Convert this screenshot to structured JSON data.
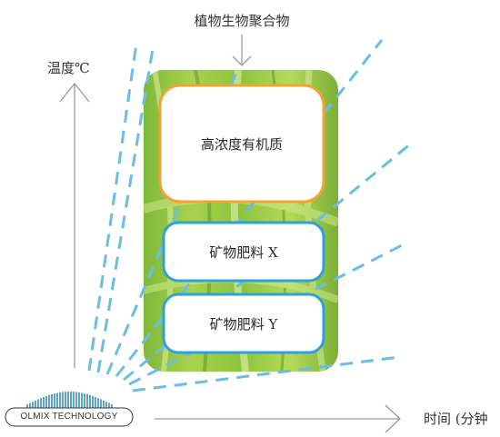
{
  "top_label": "植物生物聚合物",
  "y_axis_label": "温度℃",
  "x_axis_label": "时间 (分钟",
  "boxes": {
    "organic": "高浓度有机质",
    "mineral_x": "矿物肥料 X",
    "mineral_y": "矿物肥料 Y"
  },
  "logo_text": "OLMIX TECHNOLOGY",
  "colors": {
    "green_panel": "#8cc43c",
    "orange_border": "#f4a233",
    "blue_border": "#2ea0da",
    "dash_blue": "#6bbde6",
    "axis_grey": "#9a9a9a"
  }
}
